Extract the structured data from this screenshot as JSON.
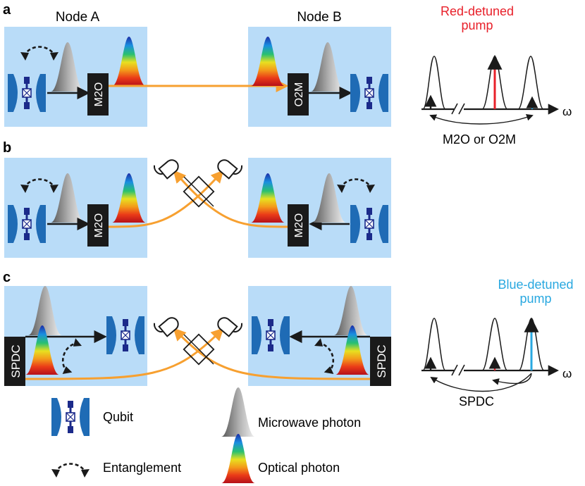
{
  "panels": {
    "a": {
      "letter": "a",
      "node_a": "Node A",
      "node_b": "Node B",
      "left_conv": "M2O",
      "right_conv": "O2M"
    },
    "b": {
      "letter": "b",
      "left_conv": "M2O",
      "right_conv": "M2O"
    },
    "c": {
      "letter": "c",
      "left_source": "SPDC",
      "right_source": "SPDC"
    }
  },
  "spectrum_a": {
    "title_line1": "Red-detuned",
    "title_line2": "pump",
    "axis": "ω",
    "label": "M2O or O2M"
  },
  "spectrum_c": {
    "title_line1": "Blue-detuned",
    "title_line2": "pump",
    "axis": "ω",
    "label": "SPDC"
  },
  "legend": {
    "qubit": "Qubit",
    "entanglement": "Entanglement",
    "microwave": "Microwave photon",
    "optical": "Optical photon"
  },
  "colors": {
    "node_bg": "#b9dcf8",
    "fiber": "#f7a030",
    "red_pump": "#e8202a",
    "blue_pump": "#29a8e0",
    "cavity": "#1f6bb5",
    "qubit": "#1b2a8a",
    "box": "#1a1a1a"
  }
}
